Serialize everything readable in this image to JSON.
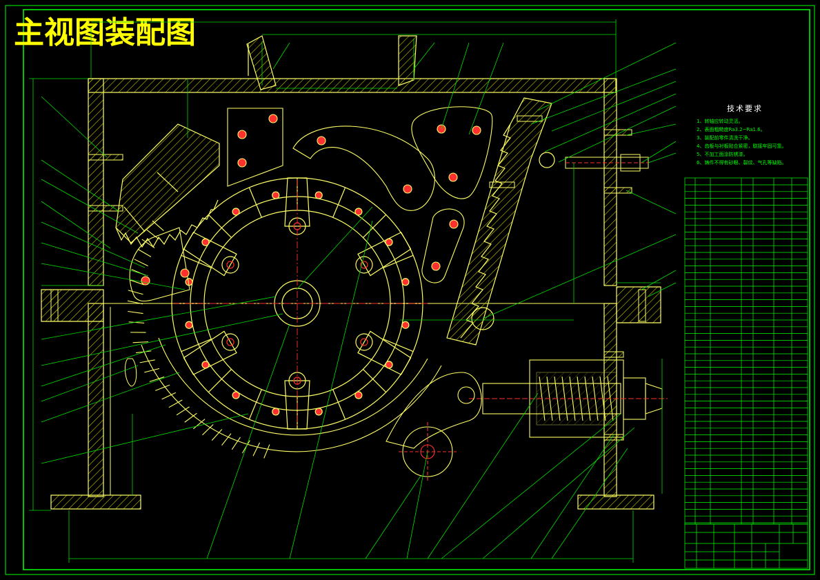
{
  "drawing_title": "主视图装配图",
  "technical_requirements": {
    "heading": "技术要求",
    "items": [
      "1、转轴应转动灵活。",
      "2、表面粗糙度Ra3.2~Ra1.6。",
      "3、装配前零件清洗干净。",
      "4、齿板与衬板贴合紧密，联接牢固可靠。",
      "5、不加工面涂防锈漆。",
      "6、铸件不得有砂眼、裂纹、气孔等缺陷。"
    ]
  },
  "colors": {
    "background": "#000000",
    "frame": "#00ff00",
    "outline": "#ffff66",
    "hatch": "#c8c800",
    "annotation": "#00e000",
    "centerline": "#ff3030",
    "title": "#ffff00"
  }
}
